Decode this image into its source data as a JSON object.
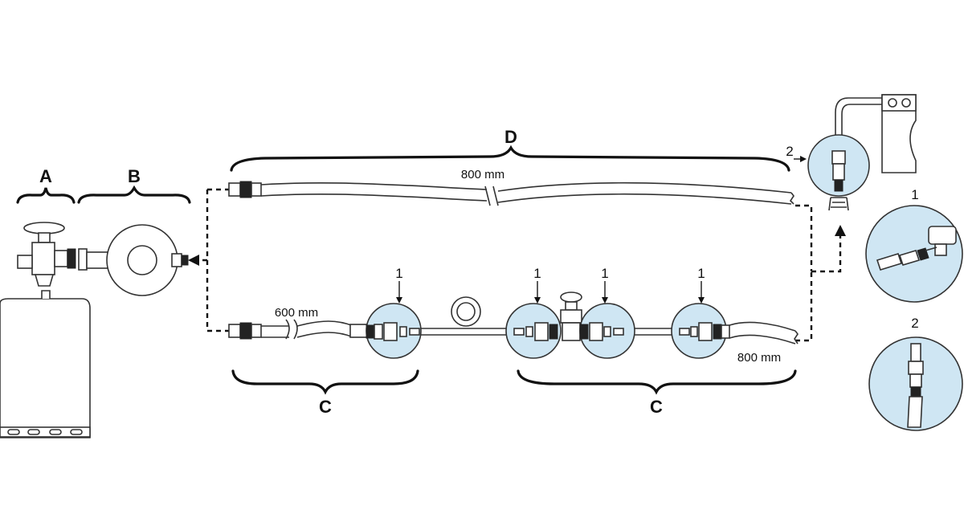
{
  "labels": {
    "A": "A",
    "B": "B",
    "C_left": "C",
    "C_right": "C",
    "D": "D"
  },
  "dimensions": {
    "hose_top": "800 mm",
    "hose_bottom_left": "600 mm",
    "hose_bottom_right": "800 mm"
  },
  "callouts": {
    "detail_1": "1",
    "detail_2": "1",
    "detail_3": "1",
    "detail_4": "1",
    "appliance_detail": "2",
    "inset_1": "1",
    "inset_2": "2"
  },
  "colors": {
    "detail_fill": "#cfe6f3",
    "line": "#333333"
  }
}
